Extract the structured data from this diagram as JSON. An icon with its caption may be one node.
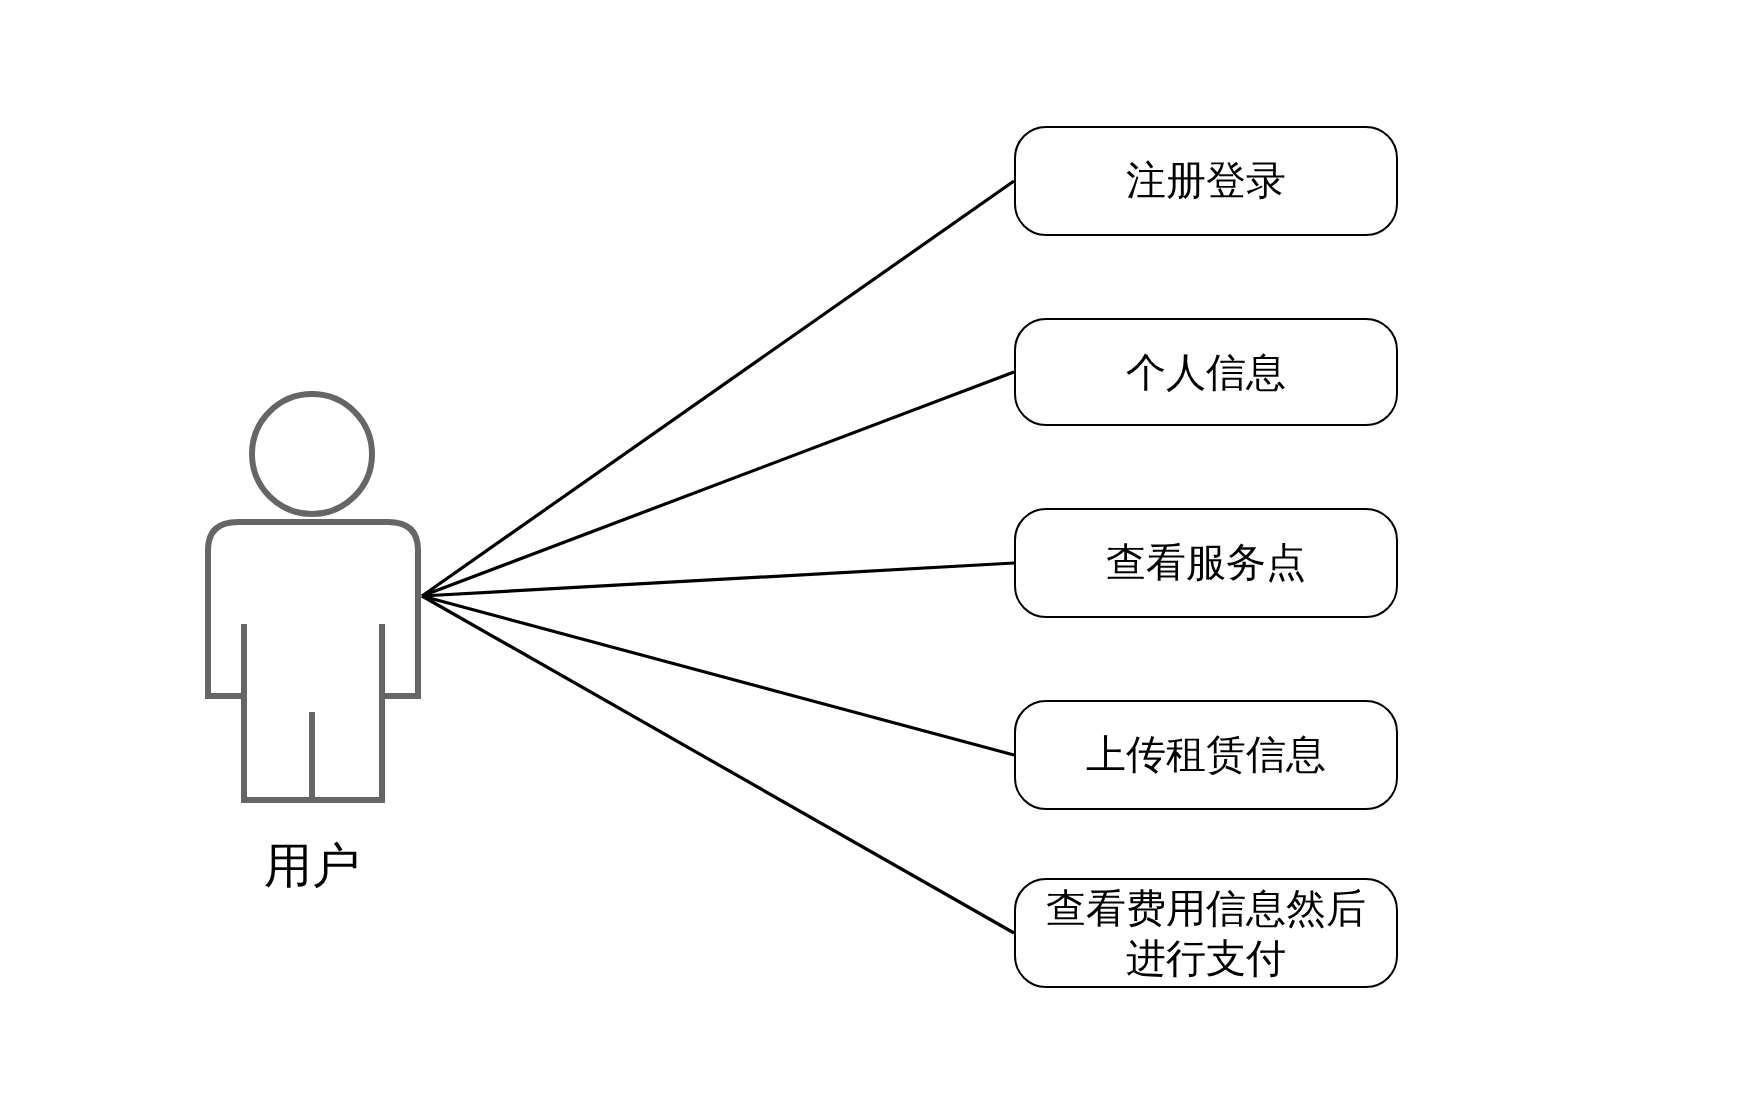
{
  "diagram": {
    "nodes": [
      {
        "text": [
          "用户"
        ]
      },
      {
        "text": [
          "注册登录"
        ]
      },
      {
        "text": [
          "个人信息"
        ]
      },
      {
        "text": [
          "查看服务点"
        ]
      },
      {
        "text": [
          "上传租赁信息"
        ]
      },
      {
        "text": [
          "查看费用信息然后进行支付"
        ]
      }
    ],
    "edges": [
      {
        "from": 0,
        "to": 1,
        "arrow": "none"
      },
      {
        "from": 0,
        "to": 2,
        "arrow": "none"
      },
      {
        "from": 0,
        "to": 3,
        "arrow": "none"
      },
      {
        "from": 0,
        "to": 4,
        "arrow": "none"
      },
      {
        "from": 0,
        "to": 5,
        "arrow": "none"
      }
    ]
  }
}
